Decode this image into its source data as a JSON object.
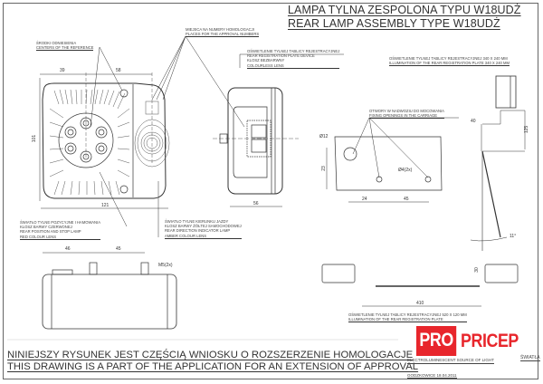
{
  "title": {
    "polish": "LAMPA TYLNA ZESPOLONA TYPU W18UDŻ",
    "english": "REAR LAMP ASSEMBLY TYPE W18UDŻ"
  },
  "notes": {
    "reference_centers": {
      "pl": "ŚRODKI ODNIESIENIA",
      "en": "CENTERS OF THE REFERENCE"
    },
    "approval_numbers": {
      "pl": "MIEJSCA NA NUMERY HOMOLOGACJI",
      "en": "PLACES FOR THE APPROVAL NUMBERS"
    },
    "plate_device": {
      "pl1": "OŚWIETLENIE TYLNEJ TABLICY REJESTRACYJNEJ",
      "en1": "REAR REGISTRATION PLATE DEVICE",
      "pl2": "KLOSZ BEZBARWNY",
      "en2": "COLOURLESS LENS"
    },
    "plate_340": {
      "pl": "OŚWIETLENIE TYLNEJ TABLICY REJESTRACYJNEJ 340 X 240 MM",
      "en": "ILLUMINATION OF THE REAR REGISTRATION PLATE 340 X 240 MM"
    },
    "fixing": {
      "pl": "OTWORY W NADWOZIU DO MOCOWANIA",
      "en": "FIXING OPENINGS IN THE CARRIAGE"
    },
    "stop_lamp": {
      "pl1": "ŚWIATŁO TYLNE POZYCYJNE I HAMOWANIA",
      "pl2": "KLOSZ BARWY CZERWONEJ",
      "en1": "REAR POSITION AND STOP LAMP",
      "en2": "RED COLOUR LENS"
    },
    "indicator": {
      "pl1": "ŚWIATŁO TYLNE KIERUNKU JAZDY",
      "pl2": "KLOSZ BARWY ŻÓŁTEJ SAMOCHODOWEJ",
      "en1": "REAR DIRECTION INDICATOR LAMP",
      "en2": "AMBER COLOUR LENS"
    },
    "plate_520": {
      "pl": "OŚWIETLENIE TYLNEJ TABLICY REJESTRACYJNEJ 520 X 120 MM",
      "en": "ILLUMINATION OF THE REAR REGISTRATION PLATE"
    }
  },
  "dimensions": {
    "d39": "39",
    "d58": "58",
    "d101": "101",
    "d121": "121",
    "d56": "56",
    "d12": "Ø12",
    "d23": "23",
    "d4": "Ø4(2x)",
    "d24": "24",
    "d45a": "45",
    "d40": "40",
    "d125": "125",
    "angle": "11°",
    "d46": "46",
    "d45b": "45",
    "m5": "M5(2x)",
    "d30": "30",
    "d410": "410"
  },
  "footer": {
    "pl": "NINIEJSZY RYSUNEK JEST CZĘŚCIĄ WNIOSKU O ROZSZERZENIE HOMOLOGACJE",
    "en": "THIS DRAWING IS A PART OF THE APPLICATION FOR AN EXTENSION OF APPROVAL",
    "source": "ELECTROLUMINESCENT SOURCE OF LIGHT",
    "swiatla": "ŚWIATŁA",
    "date": "GODZKOWICE 18.04.2011"
  },
  "logo": {
    "pro": "PRO",
    "pricep": "PRICEP",
    "color": "#e8262c"
  }
}
